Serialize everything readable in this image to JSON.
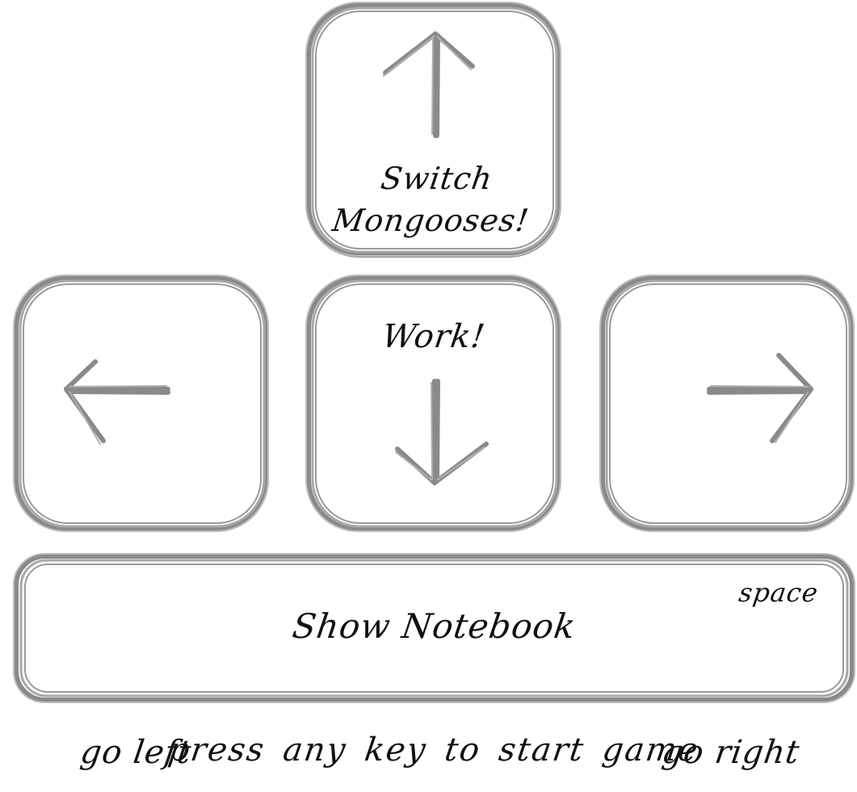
{
  "colors": {
    "key_outline": "#8a8a8a",
    "key_outline_light": "#b5b5b5",
    "text": "#111111",
    "background": "#ffffff"
  },
  "keys": {
    "up": {
      "arrow_icon": "arrow-up-icon",
      "label_line1": "Switch",
      "label_line2": "Mongooses!"
    },
    "left": {
      "arrow_icon": "arrow-left-icon",
      "label": "go left"
    },
    "down": {
      "arrow_icon": "arrow-down-icon",
      "label": "Work!"
    },
    "right": {
      "arrow_icon": "arrow-right-icon",
      "label": "go right"
    },
    "space": {
      "key_name": "space",
      "label": "Show Notebook"
    }
  },
  "prompt": "press any key to start game"
}
